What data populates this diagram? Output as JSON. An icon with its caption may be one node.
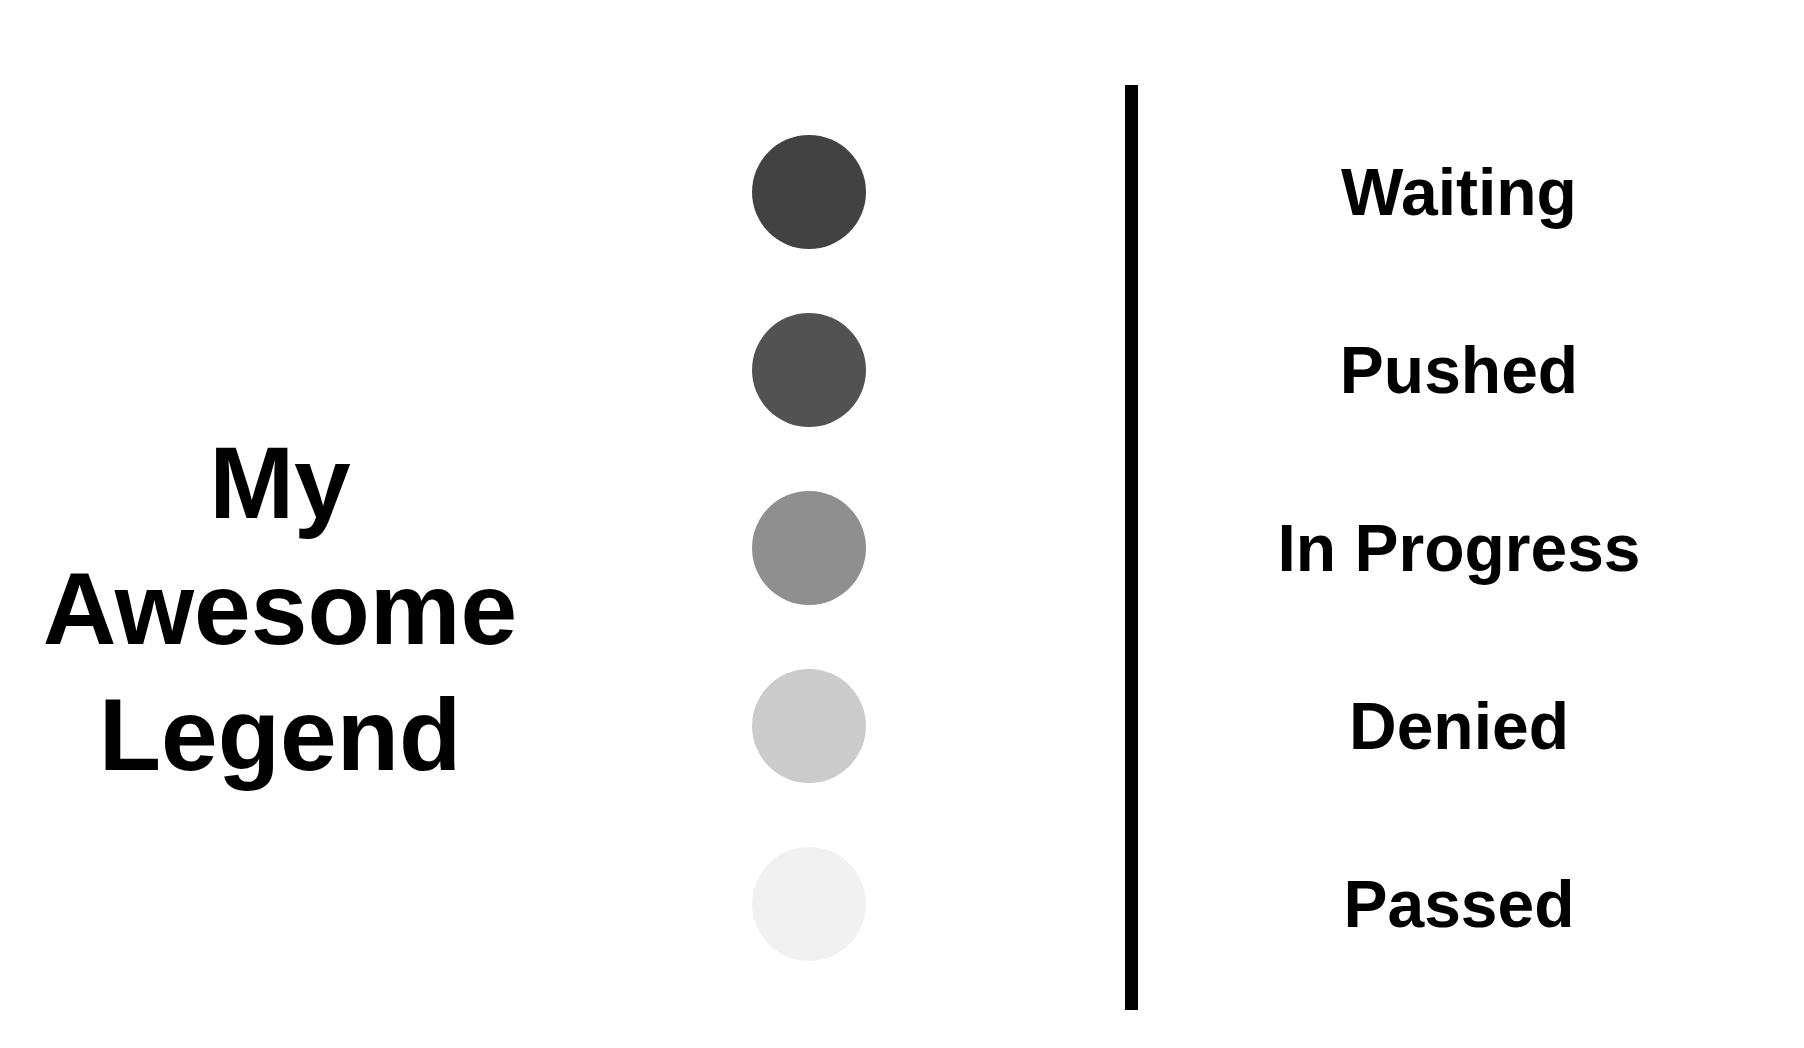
{
  "diagram": {
    "title": "My Awesome Legend",
    "legend": [
      {
        "text": "Waiting",
        "color": "#424242"
      },
      {
        "text": "Pushed",
        "color": "#525252"
      },
      {
        "text": "In Progress",
        "color": "#8f8f8f"
      },
      {
        "text": "Denied",
        "color": "#cbcbcb"
      },
      {
        "text": "Passed",
        "color": "#f1f1f1"
      }
    ]
  }
}
